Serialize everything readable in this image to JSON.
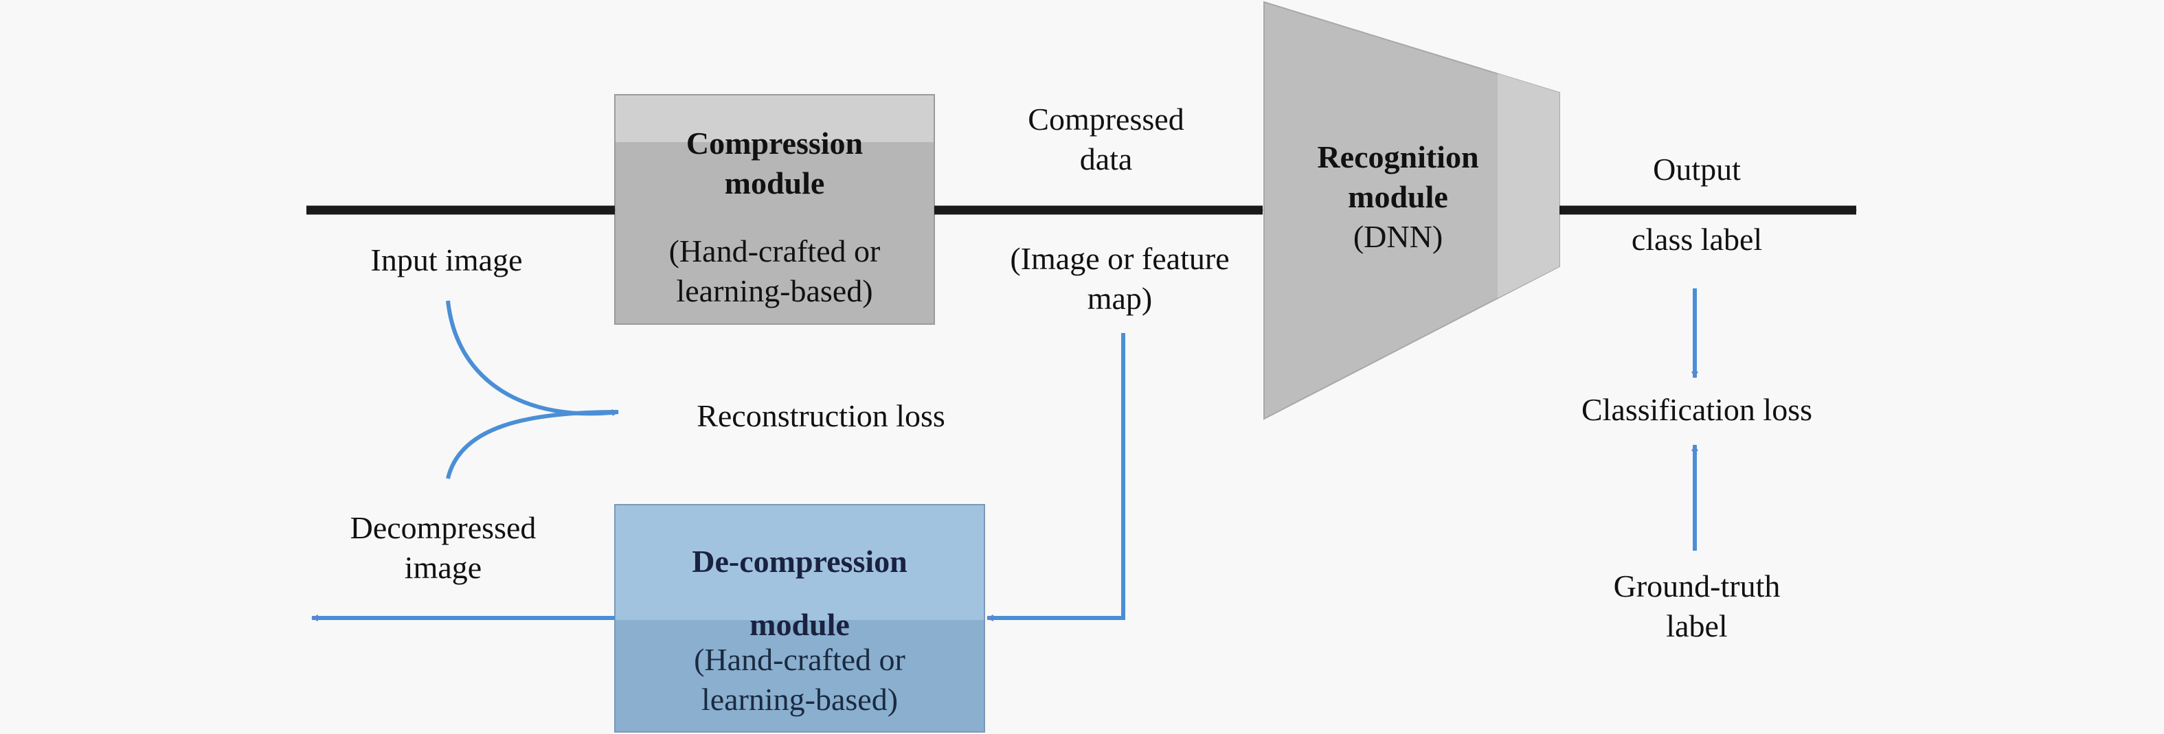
{
  "colors": {
    "background": "#f8f8f8",
    "compression_top": "#d0d0d0",
    "compression_body": "#b6b6b6",
    "recognition_body": "#bdbdbd",
    "recognition_tail": "#cdcdcd",
    "decompression_top": "#a2c3e0",
    "decompression_body": "#8aafcf",
    "main_arrow": "#1a1a1a",
    "loss_arrow": "#4a8fd6"
  },
  "labels": {
    "input_image": "Input image",
    "compression_title_1": "Compression",
    "compression_title_2": "module",
    "compression_sub_1": "(Hand-crafted or",
    "compression_sub_2": "learning-based)",
    "compressed_data_1": "Compressed",
    "compressed_data_2": "data",
    "compressed_data_sub_1": "(Image or feature",
    "compressed_data_sub_2": "map)",
    "recognition_title_1": "Recognition",
    "recognition_title_2": "module",
    "recognition_sub": "(DNN)",
    "output_1": "Output",
    "output_2": "class label",
    "classification_loss": "Classification loss",
    "ground_truth_1": "Ground-truth",
    "ground_truth_2": "label",
    "reconstruction_loss": "Reconstruction loss",
    "decompressed_1": "Decompressed",
    "decompressed_2": "image",
    "decompression_title_1": "De-compression",
    "decompression_title_2": "module",
    "decompression_sub_1": "(Hand-crafted or",
    "decompression_sub_2": "learning-based)"
  }
}
